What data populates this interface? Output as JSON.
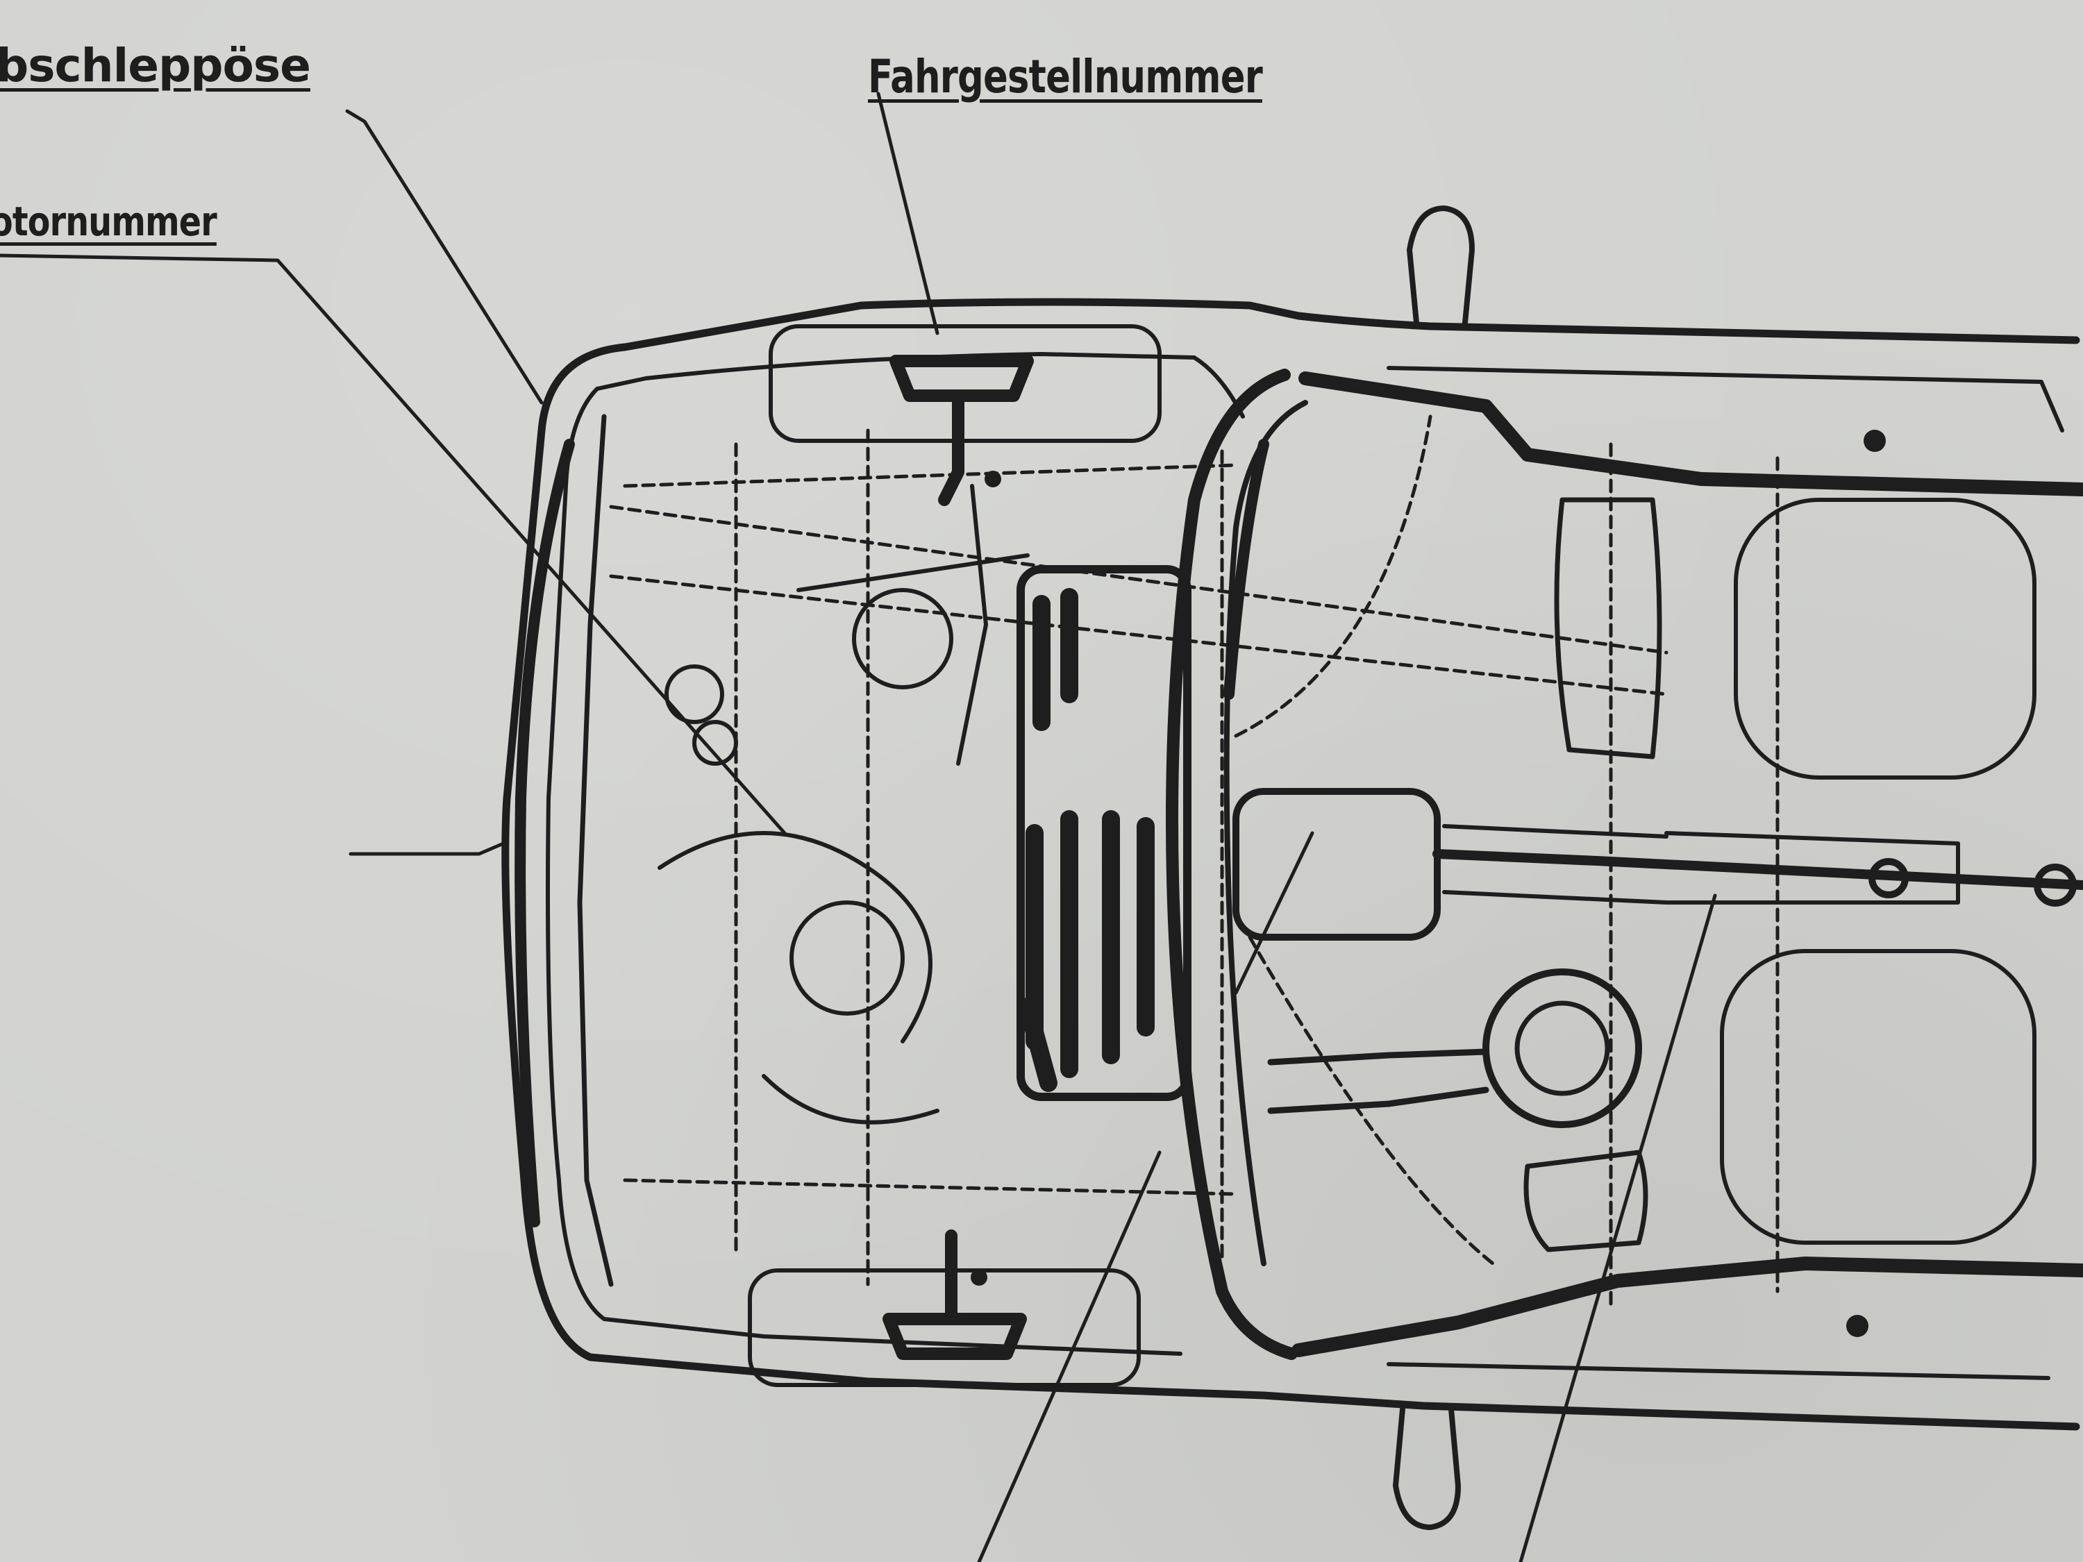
{
  "labels": {
    "towing_eye": "bschleppöse",
    "engine_number": "otornummer",
    "chassis_number": "Fahrgestellnummer"
  },
  "colors": {
    "paper": "#d2d3cf",
    "ink": "#1e1e1e"
  }
}
